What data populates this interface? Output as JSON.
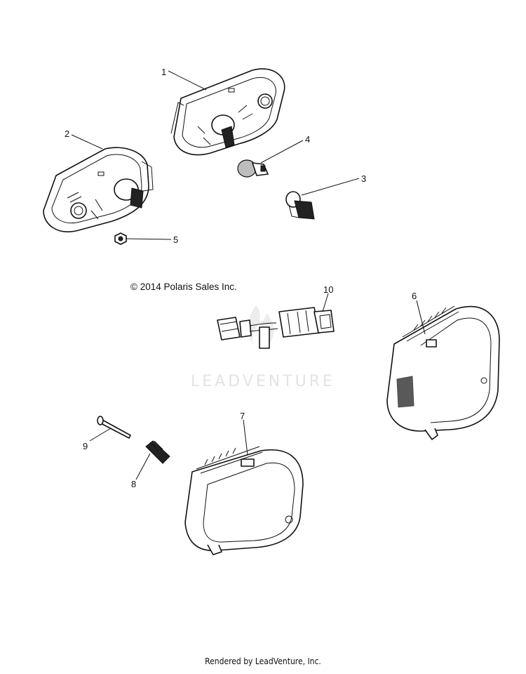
{
  "copyright": "© 2014 Polaris Sales Inc.",
  "watermark": "LEADVENTURE",
  "footer": "Rendered by LeadVenture, Inc.",
  "callouts": [
    "1",
    "2",
    "3",
    "4",
    "5",
    "6",
    "7",
    "8",
    "9",
    "10"
  ]
}
